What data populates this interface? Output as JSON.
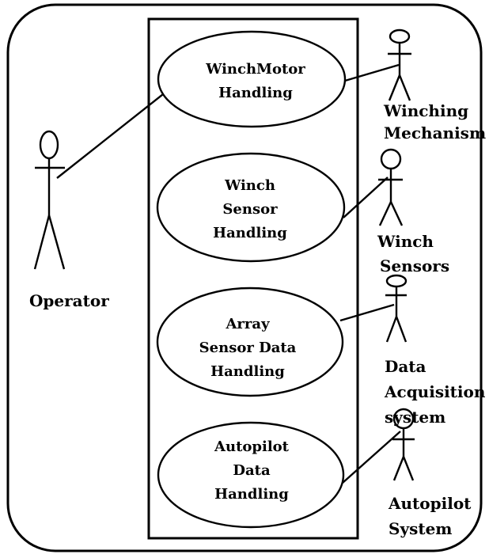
{
  "use_cases": [
    {
      "lines": [
        "WinchMotor",
        "Handling"
      ]
    },
    {
      "lines": [
        "Winch",
        "Sensor",
        "Handling"
      ]
    },
    {
      "lines": [
        "Array",
        "Sensor Data",
        "Handling"
      ]
    },
    {
      "lines": [
        "Autopilot",
        "Data",
        "Handling"
      ]
    }
  ],
  "actors": {
    "operator": {
      "lines": [
        "Operator"
      ]
    },
    "winching_mechanism": {
      "lines": [
        "Winching",
        "Mechanism"
      ]
    },
    "winch_sensors": {
      "lines": [
        "Winch",
        "Sensors"
      ]
    },
    "data_acquisition": {
      "lines": [
        "Data",
        "Acquisition",
        "system"
      ]
    },
    "autopilot_system": {
      "lines": [
        "Autopilot",
        "System"
      ]
    }
  }
}
